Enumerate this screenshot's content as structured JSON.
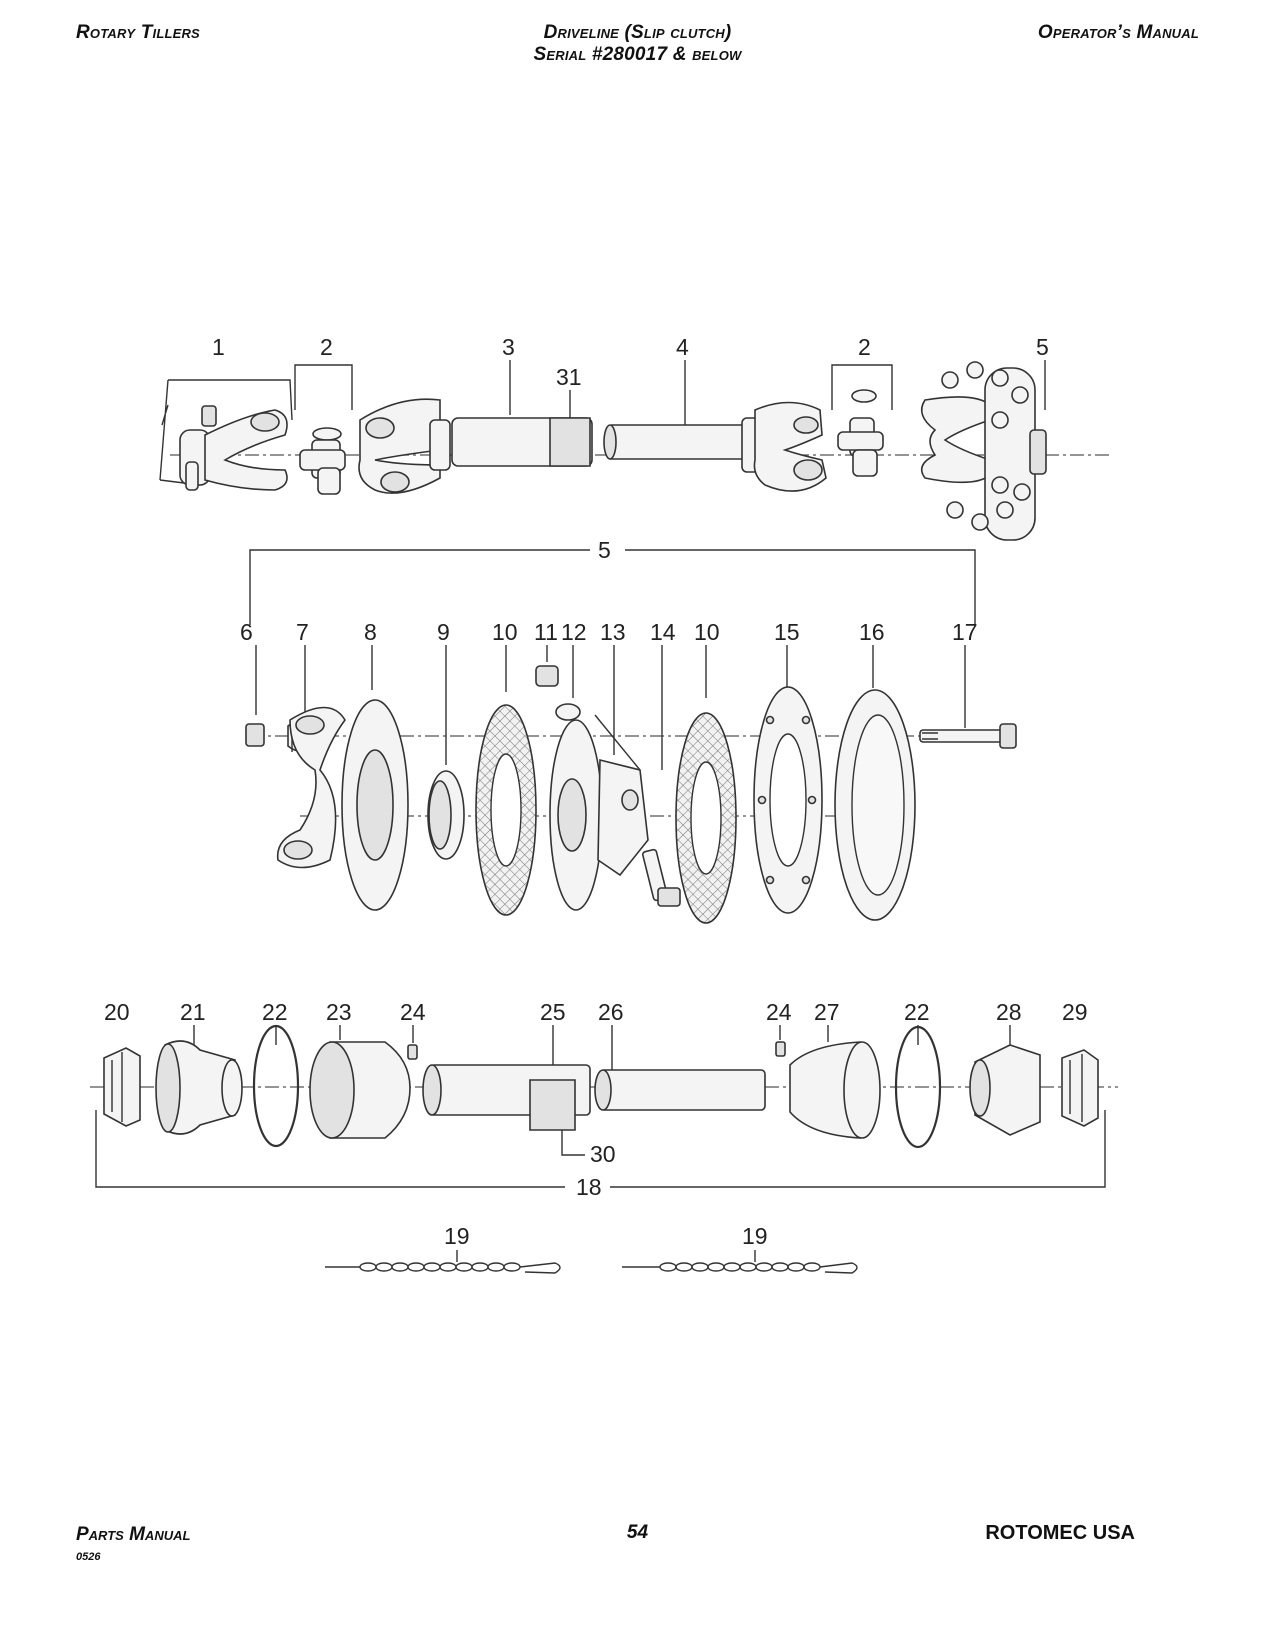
{
  "header": {
    "left": "Rotary Tillers",
    "center_line1": "Driveline (Slip clutch)",
    "center_line2": "Serial #280017 & below",
    "right": "Operator’s Manual"
  },
  "footer": {
    "left": "Parts Manual",
    "code": "0526",
    "page": "54",
    "right": "ROTOMEC USA"
  },
  "diagram": {
    "row1": {
      "callout_1": "1",
      "callout_2a": "2",
      "callout_3": "3",
      "callout_31": "31",
      "callout_4": "4",
      "callout_2b": "2",
      "callout_5": "5"
    },
    "row2": {
      "group_label": "5",
      "callout_6": "6",
      "callout_7": "7",
      "callout_8": "8",
      "callout_9": "9",
      "callout_10a": "10",
      "callout_11": "11",
      "callout_12": "12",
      "callout_13": "13",
      "callout_14": "14",
      "callout_10b": "10",
      "callout_15": "15",
      "callout_16": "16",
      "callout_17": "17"
    },
    "row3": {
      "callout_20": "20",
      "callout_21": "21",
      "callout_22a": "22",
      "callout_23": "23",
      "callout_24a": "24",
      "callout_25": "25",
      "callout_26": "26",
      "callout_24b": "24",
      "callout_27": "27",
      "callout_22b": "22",
      "callout_28": "28",
      "callout_29": "29",
      "callout_30": "30",
      "group_label": "18"
    },
    "row4": {
      "callout_19a": "19",
      "callout_19b": "19"
    }
  }
}
